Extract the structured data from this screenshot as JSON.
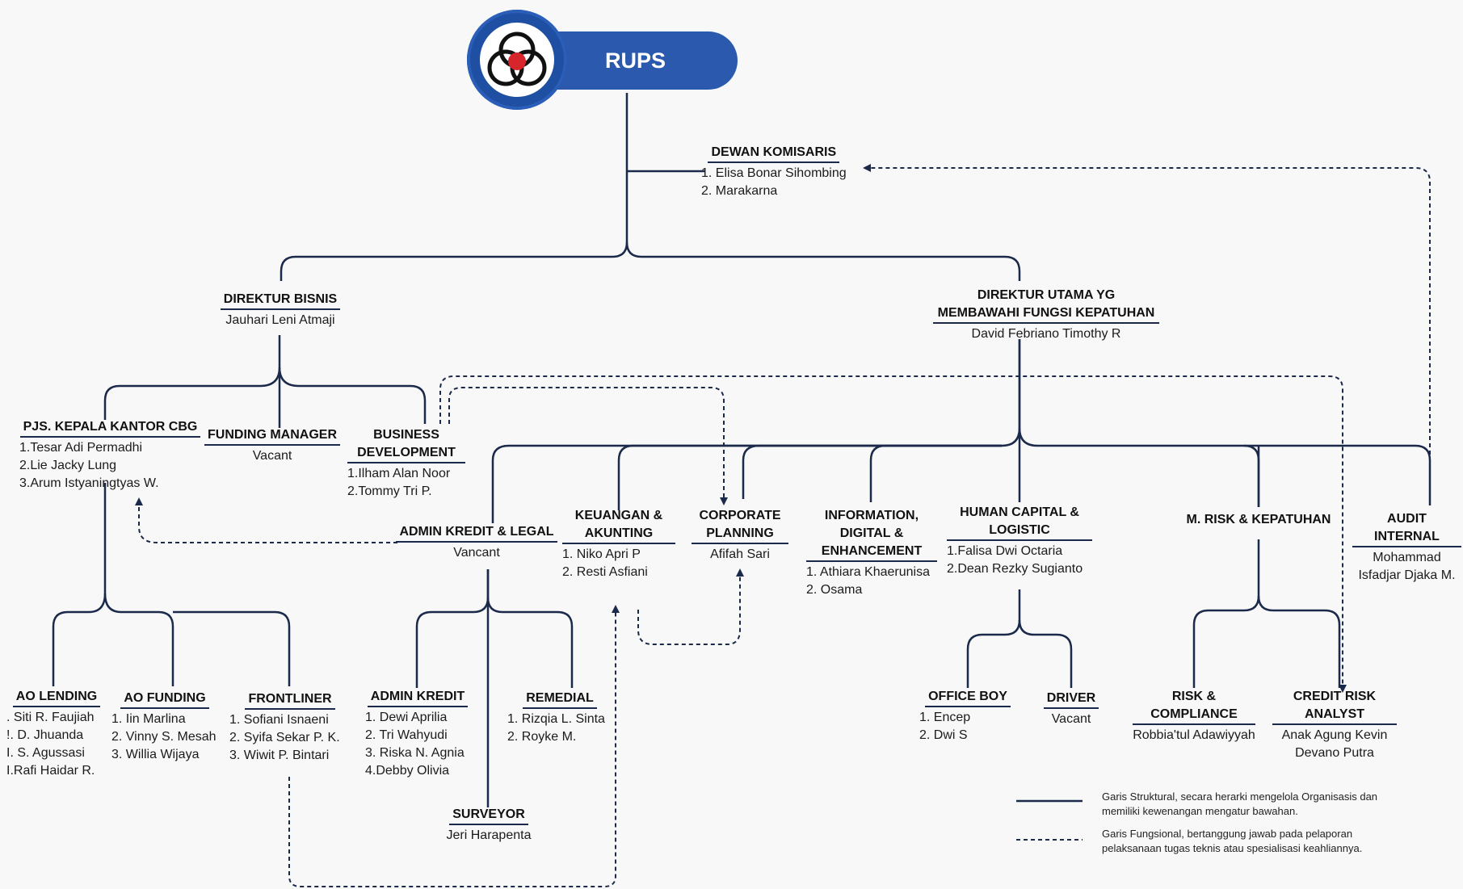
{
  "header": {
    "title": "RUPS"
  },
  "nodes": {
    "dewan": {
      "title": "DEWAN KOMISARIS",
      "lines": [
        "1.  Elisa Bonar Sihombing",
        "2.  Marakarna"
      ]
    },
    "dir_bisnis": {
      "title": "DIREKTUR BISNIS",
      "lines": [
        "Jauhari Leni Atmaji"
      ]
    },
    "dir_utama": {
      "title": "DIREKTUR UTAMA YG MEMBAWAHI FUNGSI KEPATUHAN",
      "lines": [
        "David Febriano Timothy R"
      ]
    },
    "pjs": {
      "title": "PJS. KEPALA KANTOR CBG",
      "lines": [
        "1.Tesar Adi Permadhi",
        "2.Lie Jacky Lung",
        "3.Arum Istyaningtyas W."
      ]
    },
    "funding_manager": {
      "title": "FUNDING MANAGER",
      "lines": [
        "Vacant"
      ]
    },
    "business_dev": {
      "title": "BUSINESS DEVELOPMENT",
      "lines": [
        "1.Ilham Alan Noor",
        "2.Tommy Tri P."
      ]
    },
    "admin_kredit_legal": {
      "title": "ADMIN KREDIT & LEGAL",
      "lines": [
        "Vancant"
      ]
    },
    "keuangan": {
      "title": "KEUANGAN & AKUNTING",
      "lines": [
        "1. Niko Apri P",
        "2. Resti Asfiani"
      ]
    },
    "corporate": {
      "title": "CORPORATE PLANNING",
      "lines": [
        "Afifah Sari"
      ]
    },
    "information": {
      "title": "INFORMATION, DIGITAL & ENHANCEMENT",
      "lines": [
        "1. Athiara Khaerunisa",
        "2. Osama"
      ]
    },
    "human_capital": {
      "title": "HUMAN CAPITAL & LOGISTIC",
      "lines": [
        "1.Falisa Dwi Octaria",
        "2.Dean Rezky Sugianto"
      ]
    },
    "m_risk": {
      "title": "M. RISK & KEPATUHAN",
      "lines": []
    },
    "audit": {
      "title": "AUDIT INTERNAL",
      "lines": [
        "Mohammad",
        "Isfadjar Djaka M."
      ]
    },
    "ao_lending": {
      "title": "AO LENDING",
      "lines": [
        ". Siti R. Faujiah",
        "!. D. Jhuanda",
        "I. S. Agussasi",
        "I.Rafi Haidar R."
      ]
    },
    "ao_funding": {
      "title": "AO FUNDING",
      "lines": [
        "1. Iin Marlina",
        "2. Vinny S. Mesah",
        "3. Willia Wijaya"
      ]
    },
    "frontliner": {
      "title": "FRONTLINER",
      "lines": [
        "1. Sofiani Isnaeni",
        "2. Syifa Sekar P. K.",
        "3. Wiwit P. Bintari"
      ]
    },
    "admin_kredit": {
      "title": "ADMIN KREDIT",
      "lines": [
        "1. Dewi Aprilia",
        "2. Tri Wahyudi",
        "3. Riska N. Agnia",
        "4.Debby Olivia"
      ]
    },
    "remedial": {
      "title": "REMEDIAL",
      "lines": [
        "1.  Rizqia L. Sinta",
        "2.  Royke M."
      ]
    },
    "surveyor": {
      "title": "SURVEYOR",
      "lines": [
        "Jeri Harapenta"
      ]
    },
    "office_boy": {
      "title": "OFFICE BOY",
      "lines": [
        "1.   Encep",
        "2.   Dwi S"
      ]
    },
    "driver": {
      "title": "DRIVER",
      "lines": [
        "Vacant"
      ]
    },
    "risk_compliance": {
      "title": "RISK & COMPLIANCE",
      "lines": [
        "Robbia'tul Adawiyyah"
      ]
    },
    "credit_risk": {
      "title": "CREDIT RISK ANALYST",
      "lines": [
        "Anak Agung Kevin",
        "Devano Putra"
      ]
    }
  },
  "legend": {
    "solid": "Garis Struktural, secara herarki mengelola Organisasis dan memiliki kewenangan mengatur bawahan.",
    "dashed": "Garis Fungsional, bertanggung jawab pada pelaporan pelaksanaan tugas teknis atau spesialisasi keahliannya."
  },
  "colors": {
    "line": "#1b2a4a",
    "logo_blue": "#2a59ad",
    "logo_red": "#d6252b"
  }
}
